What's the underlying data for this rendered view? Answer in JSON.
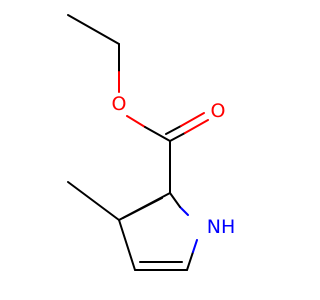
{
  "molecule": {
    "atoms": {
      "ester_oxygen": {
        "label": "O",
        "color": "#ff0000"
      },
      "carbonyl_oxygen": {
        "label": "O",
        "color": "#ff0000"
      },
      "ring_nitrogen": {
        "label": "NH",
        "color": "#0000ff"
      }
    },
    "colors": {
      "bond": "#000000",
      "oxygen": "#ff0000",
      "nitrogen": "#0000ff"
    }
  }
}
